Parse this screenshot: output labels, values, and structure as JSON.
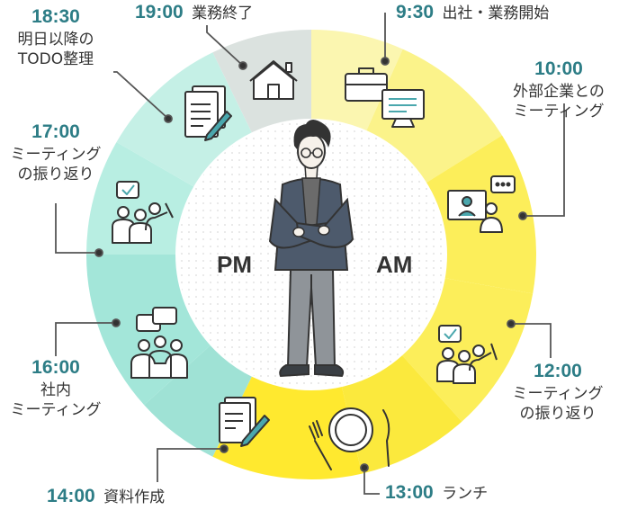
{
  "center": {
    "left_label": "PM",
    "right_label": "AM"
  },
  "colors": {
    "teal_text": "#2d7d86",
    "connector": "#555555",
    "ring_yellow_light": "#fbf6b0",
    "ring_yellow": "#fcee5a",
    "ring_teal": "#a3e6d9",
    "ring_gray": "#dbe2df"
  },
  "events": [
    {
      "time": "9:30",
      "text": "出社・業務開始",
      "icon": "briefcase-and-computer-icon"
    },
    {
      "time": "10:00",
      "line1": "外部企業との",
      "line2": "ミーティング",
      "icon": "video-meeting-icon"
    },
    {
      "time": "12:00",
      "line1": "ミーティング",
      "line2": "の振り返り",
      "icon": "review-meeting-icon"
    },
    {
      "time": "13:00",
      "text": "ランチ",
      "icon": "lunch-plate-icon"
    },
    {
      "time": "14:00",
      "text": "資料作成",
      "icon": "document-writing-icon"
    },
    {
      "time": "16:00",
      "line1": "社内",
      "line2": "ミーティング",
      "icon": "team-meeting-icon"
    },
    {
      "time": "17:00",
      "line1": "ミーティング",
      "line2": "の振り返り",
      "icon": "review-meeting-icon"
    },
    {
      "time": "18:30",
      "line1": "明日以降の",
      "line2": "TODO整理",
      "icon": "todo-list-icon"
    },
    {
      "time": "19:00",
      "text": "業務終了",
      "icon": "house-icon"
    }
  ]
}
